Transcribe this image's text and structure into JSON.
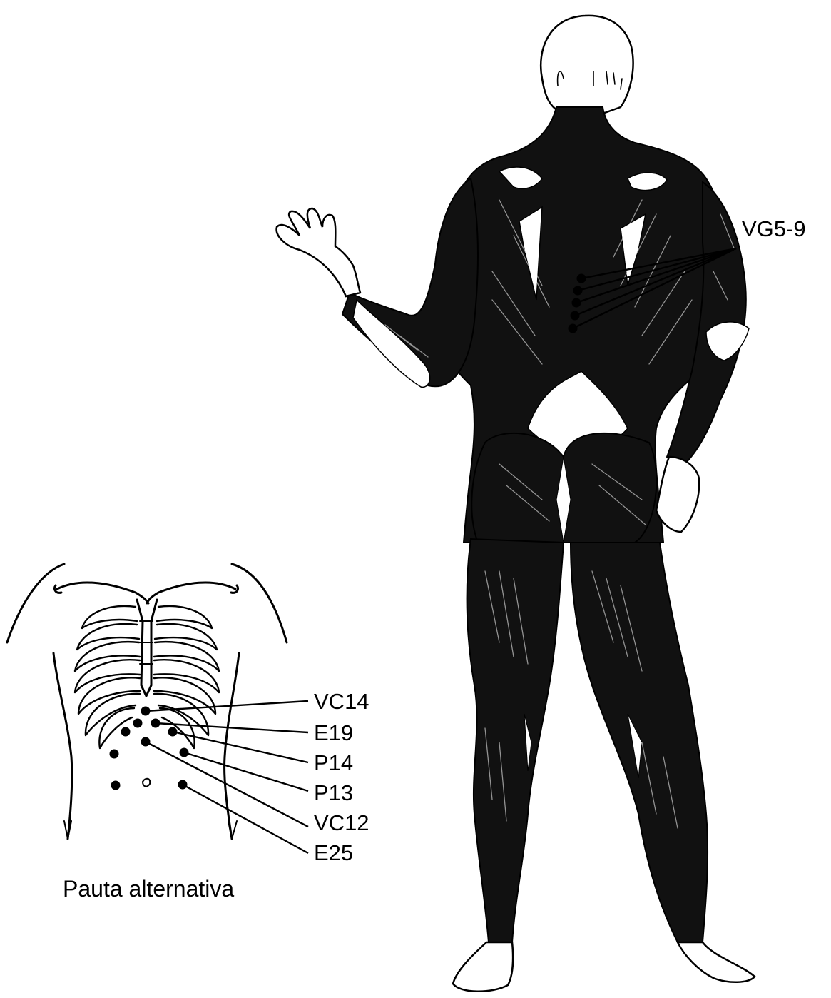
{
  "back_figure": {
    "label": "VG5-9"
  },
  "chest_figure": {
    "caption": "Pauta alternativa",
    "labels": [
      "VC14",
      "E19",
      "P14",
      "P13",
      "VC12",
      "E25"
    ]
  },
  "colors": {
    "ink": "#000000",
    "background": "#ffffff"
  }
}
